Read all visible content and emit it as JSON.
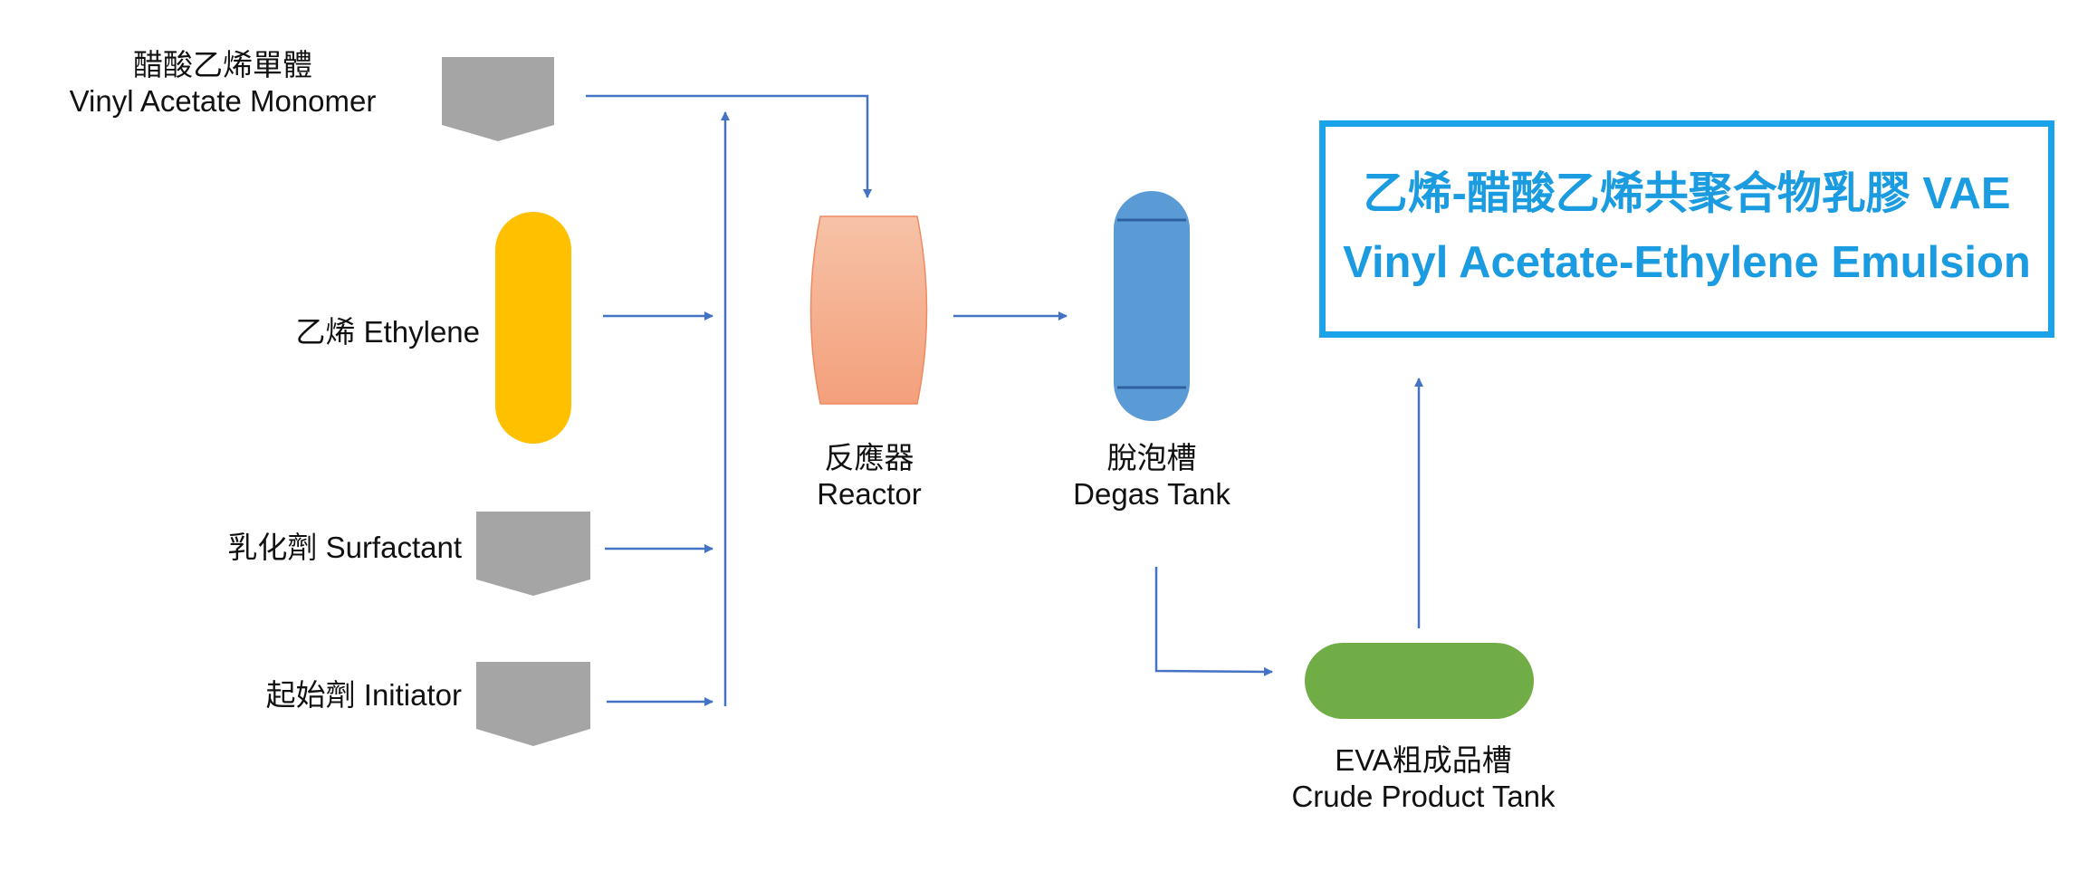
{
  "labels": {
    "vam_zh": "醋酸乙烯單體",
    "vam_en": "Vinyl Acetate Monomer",
    "ethylene": "乙烯 Ethylene",
    "surfactant": "乳化劑 Surfactant",
    "initiator": "起始劑 Initiator",
    "reactor_zh": "反應器",
    "reactor_en": "Reactor",
    "degas_zh": "脫泡槽",
    "degas_en": "Degas Tank",
    "crude_zh": "EVA粗成品槽",
    "crude_en": "Crude Product Tank"
  },
  "product": {
    "title_zh": "乙烯-醋酸乙烯共聚合物乳膠 VAE",
    "title_en": "Vinyl Acetate-Ethylene Emulsion"
  },
  "colors": {
    "arrow": "#4472c4",
    "hopper": "#a5a5a5",
    "ethylene_tank": "#ffc000",
    "reactor_top": "#f6c2a6",
    "reactor_bottom": "#f4a07c",
    "degas_tank": "#5b9bd5",
    "crude_tank": "#70ad47",
    "product_border": "#1aa3e8",
    "product_text": "#1b9be0"
  }
}
